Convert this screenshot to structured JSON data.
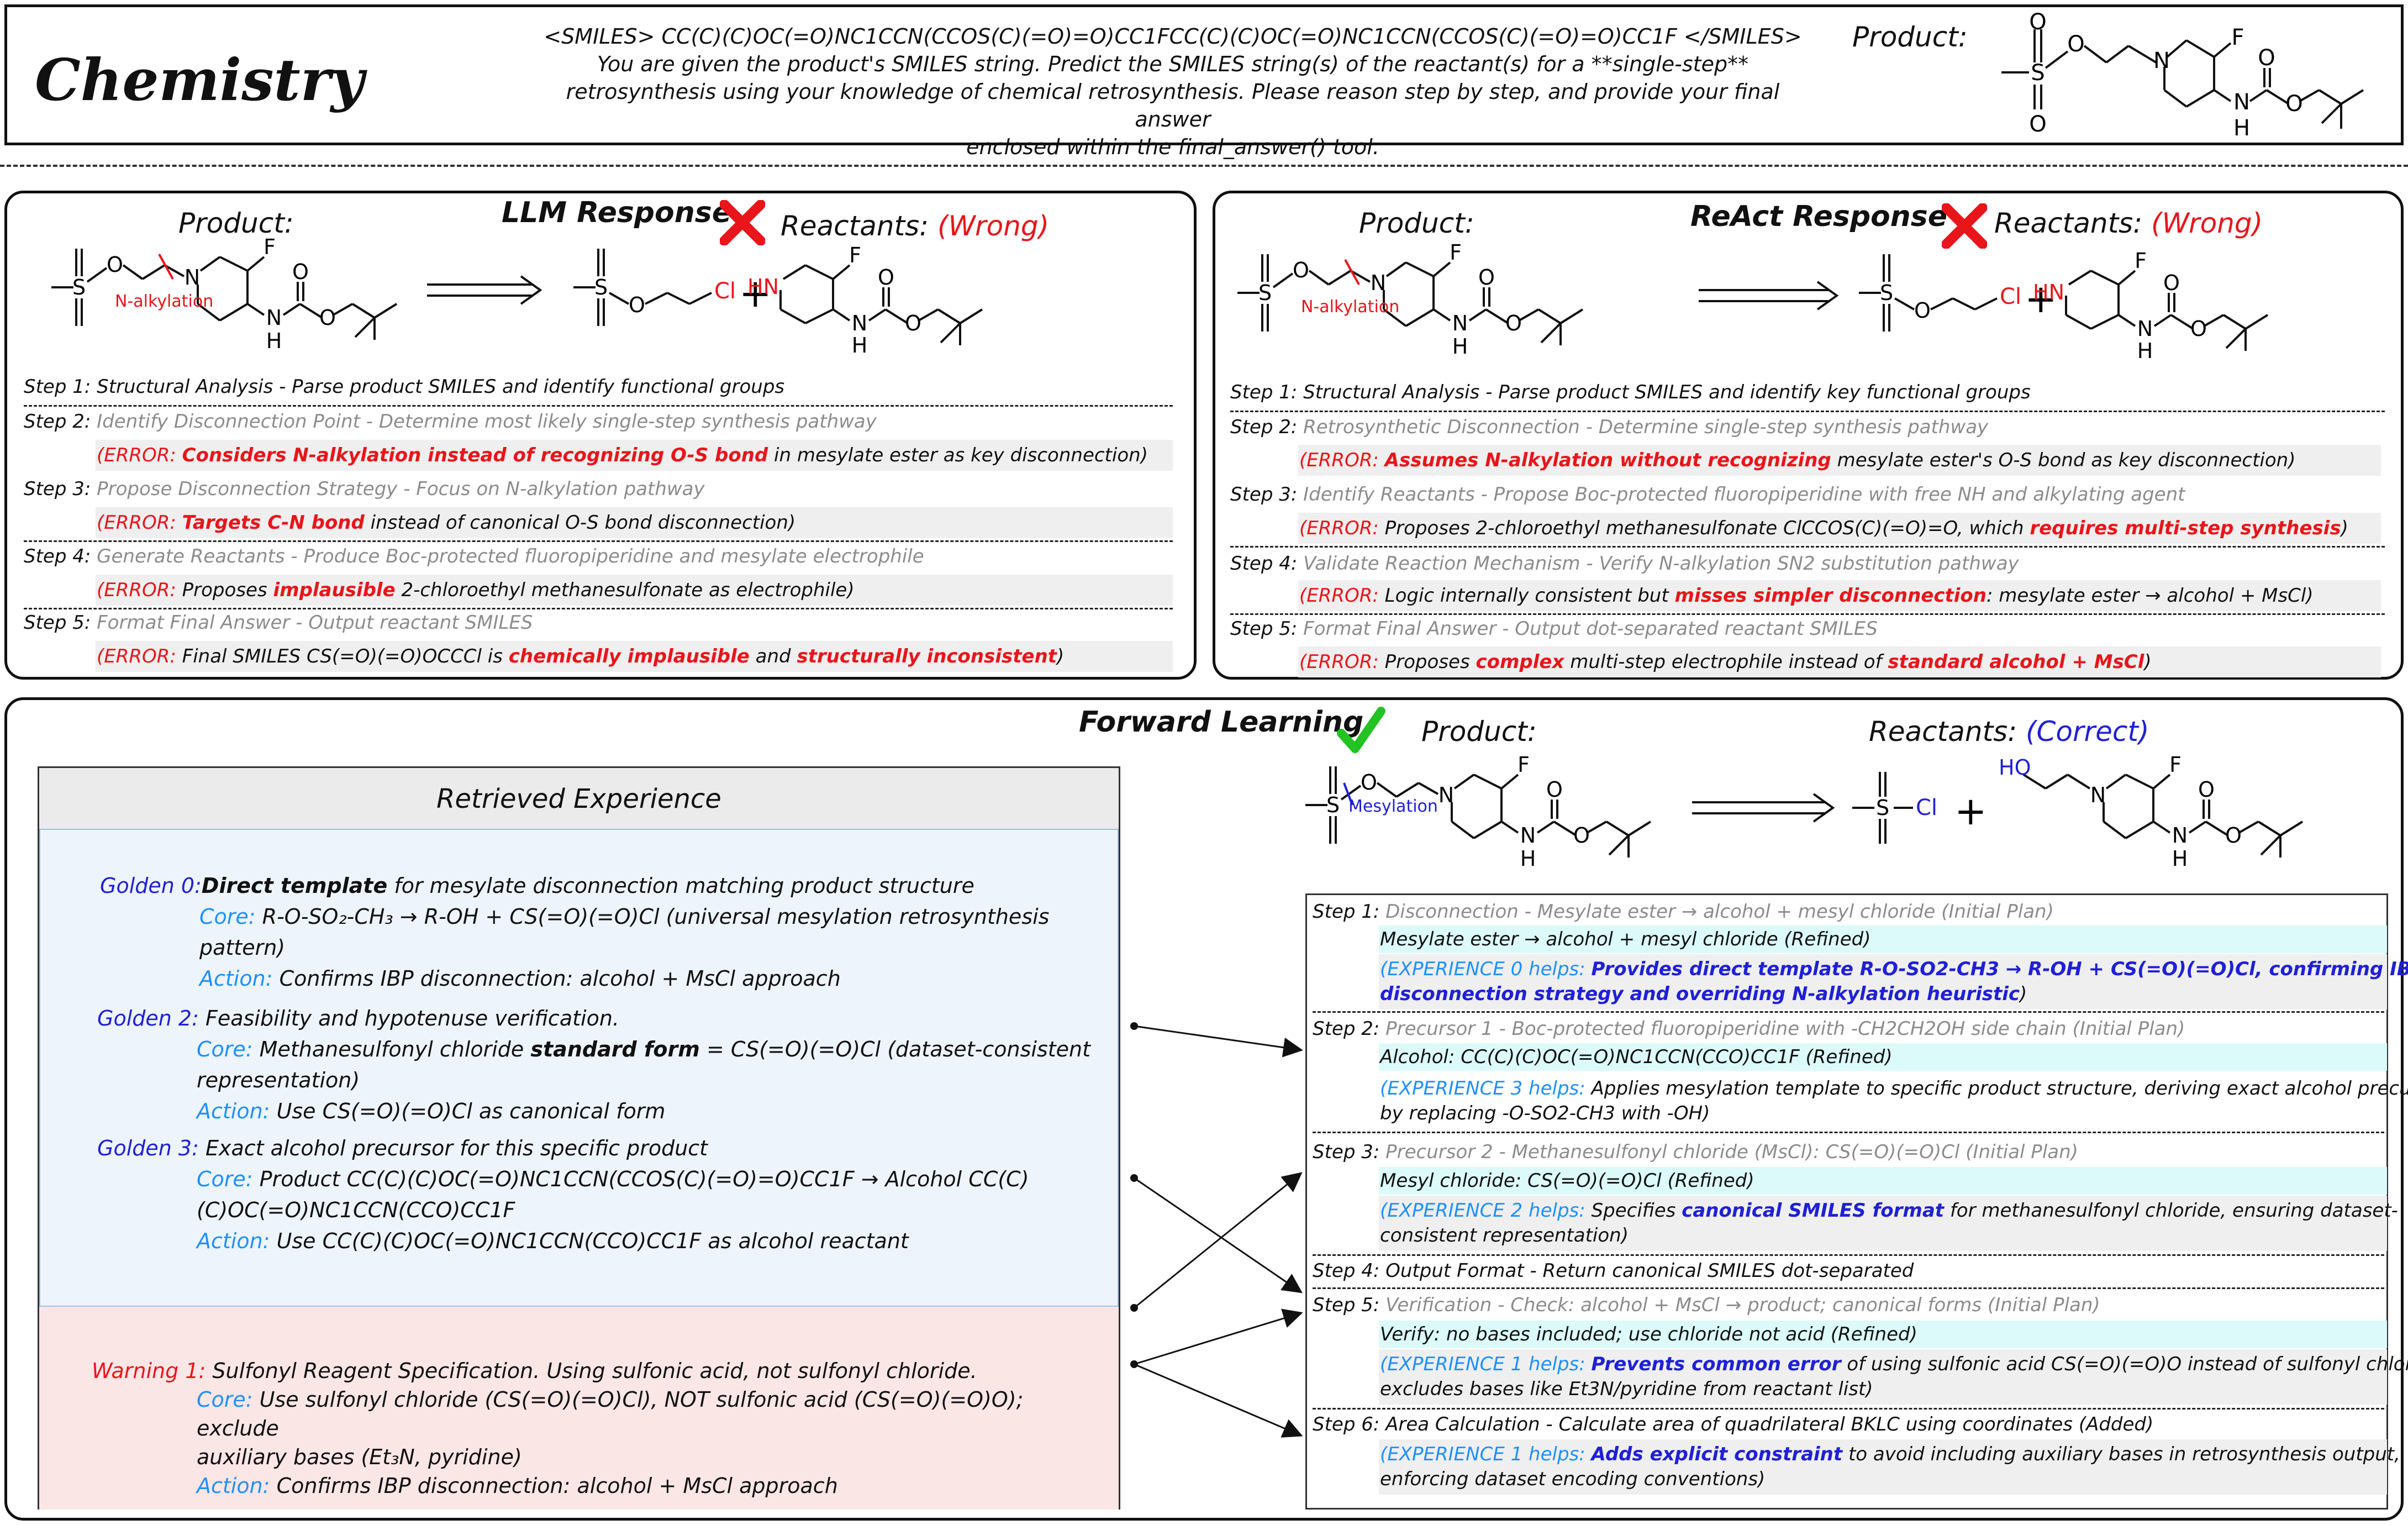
{
  "top": {
    "title": "Chemistry",
    "prompt_lines": [
      "<SMILES> CC(C)(C)OC(=O)NC1CCN(CCOS(C)(=O)=O)CC1FCC(C)(C)OC(=O)NC1CCN(CCOS(C)(=O)=O)CC1F </SMILES>",
      "You are given the product's SMILES string. Predict the SMILES string(s) of the reactant(s) for a **single-step**",
      "retrosynthesis using your knowledge of chemical retrosynthesis. Please reason step by step, and provide your final answer",
      "enclosed within the final_answer() tool."
    ],
    "product_label": "Product:"
  },
  "chem_labels": {
    "O": "O",
    "S": "S",
    "N": "N",
    "F": "F",
    "H": "H",
    "Cl": "Cl",
    "HN": "HN",
    "HO": "HO"
  },
  "llm": {
    "product_label": "Product:",
    "title": "LLM Response",
    "reactants_label": "Reactants:",
    "verdict": "(Wrong)",
    "bond_label": "N-alkylation",
    "plus": "+",
    "steps": [
      {
        "label": "Step 1:",
        "text": "Structural Analysis - Parse product SMILES and identify functional groups"
      },
      {
        "label": "Step 2:",
        "text": "Identify Disconnection Point - Determine most likely single-step synthesis pathway"
      },
      {
        "err": "(ERROR:",
        "hl": "Considers N-alkylation instead of recognizing O-S bond",
        "rest": " in mesylate ester as key disconnection)"
      },
      {
        "label": "Step 3:",
        "text": "Propose Disconnection Strategy - Focus on N-alkylation pathway"
      },
      {
        "err": "(ERROR:",
        "hl": "Targets C-N bond",
        "rest": " instead of canonical O-S bond disconnection)"
      },
      {
        "label": "Step 4:",
        "text": "Generate Reactants - Produce Boc-protected fluoropiperidine and mesylate electrophile"
      },
      {
        "err": "(ERROR:",
        "pre": " Proposes ",
        "hl": "implausible",
        "rest": " 2-chloroethyl methanesulfonate as electrophile)"
      },
      {
        "label": "Step 5:",
        "text": "Format Final Answer - Output reactant SMILES"
      },
      {
        "err": "(ERROR:",
        "pre": " Final SMILES CS(=O)(=O)OCCCl is ",
        "hl": "chemically implausible",
        "mid": " and ",
        "hl2": "structurally inconsistent",
        "rest": ")"
      }
    ]
  },
  "react": {
    "product_label": "Product:",
    "title": "ReAct Response",
    "reactants_label": "Reactants:",
    "verdict": "(Wrong)",
    "bond_label": "N-alkylation",
    "plus": "+",
    "steps": [
      {
        "label": "Step 1:",
        "text": "Structural Analysis - Parse product SMILES and identify key functional groups"
      },
      {
        "label": "Step 2:",
        "text": "Retrosynthetic Disconnection - Determine single-step synthesis pathway"
      },
      {
        "err": "(ERROR:",
        "hl": "Assumes N-alkylation without recognizing",
        "rest": " mesylate ester's O-S bond as key disconnection)"
      },
      {
        "label": "Step 3:",
        "text": "Identify Reactants - Propose Boc-protected fluoropiperidine with free NH and alkylating agent"
      },
      {
        "err": "(ERROR:",
        "pre": " Proposes 2-chloroethyl methanesulfonate ClCCOS(C)(=O)=O, which ",
        "hl": "requires multi-step synthesis",
        "rest": ")"
      },
      {
        "label": "Step 4:",
        "text": "Validate Reaction Mechanism - Verify N-alkylation SN2 substitution pathway"
      },
      {
        "err": "(ERROR:",
        "pre": " Logic internally consistent but ",
        "hl": "misses simpler disconnection",
        "rest": ": mesylate ester → alcohol + MsCl)"
      },
      {
        "label": "Step 5:",
        "text": "Format Final Answer - Output dot-separated reactant SMILES"
      },
      {
        "err": "(ERROR:",
        "pre": " Proposes ",
        "hl": "complex",
        "mid": " multi-step electrophile instead of ",
        "hl2": "standard alcohol + MsCl",
        "rest": ")"
      }
    ]
  },
  "forward": {
    "title": "Forward Learning",
    "product_label": "Product:",
    "reactants_label": "Reactants:",
    "verdict": "(Correct)",
    "bond_label": "Mesylation",
    "plus": "+",
    "retrieved_title": "Retrieved Experience",
    "golden0": {
      "tag": "Golden 0:",
      "head_b": "Direct template",
      "head": " for mesylate disconnection matching product structure",
      "core_label": "Core:",
      "core": " R-O-SO₂-CH₃ → R-OH + CS(=O)(=O)Cl (universal mesylation retrosynthesis",
      "core2": "pattern)",
      "action_label": "Action:",
      "action": " Confirms IBP disconnection: alcohol + MsCl approach"
    },
    "golden2": {
      "tag": "Golden 2:",
      "head": " Feasibility and hypotenuse verification.",
      "core_label": "Core:",
      "core_a": " Methanesulfonyl chloride ",
      "core_b": "standard form",
      "core_c": " = CS(=O)(=O)Cl (dataset-consistent",
      "core2": "representation)",
      "action_label": "Action:",
      "action": " Use CS(=O)(=O)Cl as canonical form"
    },
    "golden3": {
      "tag": "Golden 3:",
      "head": " Exact alcohol precursor for this specific product",
      "core_label": "Core:",
      "core": " Product CC(C)(C)OC(=O)NC1CCN(CCOS(C)(=O)=O)CC1F → Alcohol CC(C)",
      "core2": "(C)OC(=O)NC1CCN(CCO)CC1F",
      "action_label": "Action:",
      "action": " Use CC(C)(C)OC(=O)NC1CCN(CCO)CC1F as alcohol reactant"
    },
    "warning1": {
      "tag": "Warning 1:",
      "head": " Sulfonyl Reagent Specification. Using sulfonic acid, not sulfonyl chloride.",
      "core_label": "Core:",
      "core": " Use sulfonyl chloride (CS(=O)(=O)Cl), NOT sulfonic acid (CS(=O)(=O)O); exclude",
      "core2": "auxiliary bases (Et₃N, pyridine)",
      "action_label": "Action:",
      "action": " Confirms IBP disconnection: alcohol + MsCl approach"
    },
    "steps": {
      "s1": {
        "label": "Step 1:",
        "text": "Disconnection - Mesylate ester → alcohol + mesyl chloride (Initial Plan)",
        "refined": "Mesylate ester → alcohol + mesyl chloride (Refined)",
        "exp": "(EXPERIENCE 0 helps:",
        "hl": "Provides direct template R-O-SO2-CH3 → R-OH + CS(=O)(=O)Cl, confirming IBP",
        "hl2": "disconnection strategy and overriding N-alkylation heuristic",
        "rest": ")"
      },
      "s2": {
        "label": "Step 2:",
        "text": "Precursor 1 - Boc-protected fluoropiperidine with -CH2CH2OH side chain (Initial Plan)",
        "refined": "Alcohol: CC(C)(C)OC(=O)NC1CCN(CCO)CC1F (Refined)",
        "exp": "(EXPERIENCE 3 helps:",
        "rest": " Applies mesylation template to specific product structure, deriving exact alcohol precursor",
        "rest2": "by replacing -O-SO2-CH3 with -OH)"
      },
      "s3": {
        "label": "Step 3:",
        "text": "Precursor 2 - Methanesulfonyl chloride (MsCl): CS(=O)(=O)Cl (Initial Plan)",
        "refined": "Mesyl chloride: CS(=O)(=O)Cl (Refined)",
        "exp": "(EXPERIENCE 2 helps:",
        "pre": " Specifies ",
        "hl": "canonical SMILES format",
        "rest": " for methanesulfonyl chloride, ensuring dataset-",
        "rest2": "consistent representation)"
      },
      "s4": {
        "label": "Step 4:",
        "text": "Output Format - Return canonical SMILES dot-separated"
      },
      "s5": {
        "label": "Step 5:",
        "text": "Verification - Check: alcohol + MsCl → product; canonical forms (Initial Plan)",
        "refined": "Verify: no bases included; use chloride not acid (Refined)",
        "exp": "(EXPERIENCE 1 helps:",
        "hl": "Prevents common error",
        "rest": " of using sulfonic acid CS(=O)(=O)O instead of sulfonyl chloride;",
        "rest2": "excludes bases like Et3N/pyridine from reactant list)"
      },
      "s6": {
        "label": "Step 6:",
        "text": "Area Calculation - Calculate area of quadrilateral BKLC using coordinates (Added)",
        "exp": "(EXPERIENCE 1 helps:",
        "hl": "Adds explicit constraint",
        "rest": " to avoid including auxiliary bases in retrosynthesis output,",
        "rest2": "enforcing dataset encoding conventions)"
      }
    }
  }
}
